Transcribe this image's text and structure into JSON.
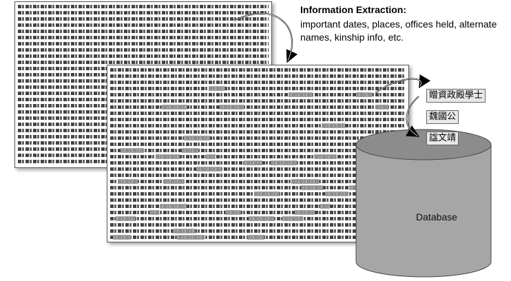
{
  "info": {
    "title": "Information Extraction:",
    "body": "important dates, places, offices held, alternate names, kinship info, etc."
  },
  "tags": [
    "贈資政殿學士",
    "魏國公",
    "諡文靖"
  ],
  "database_label": "Database"
}
